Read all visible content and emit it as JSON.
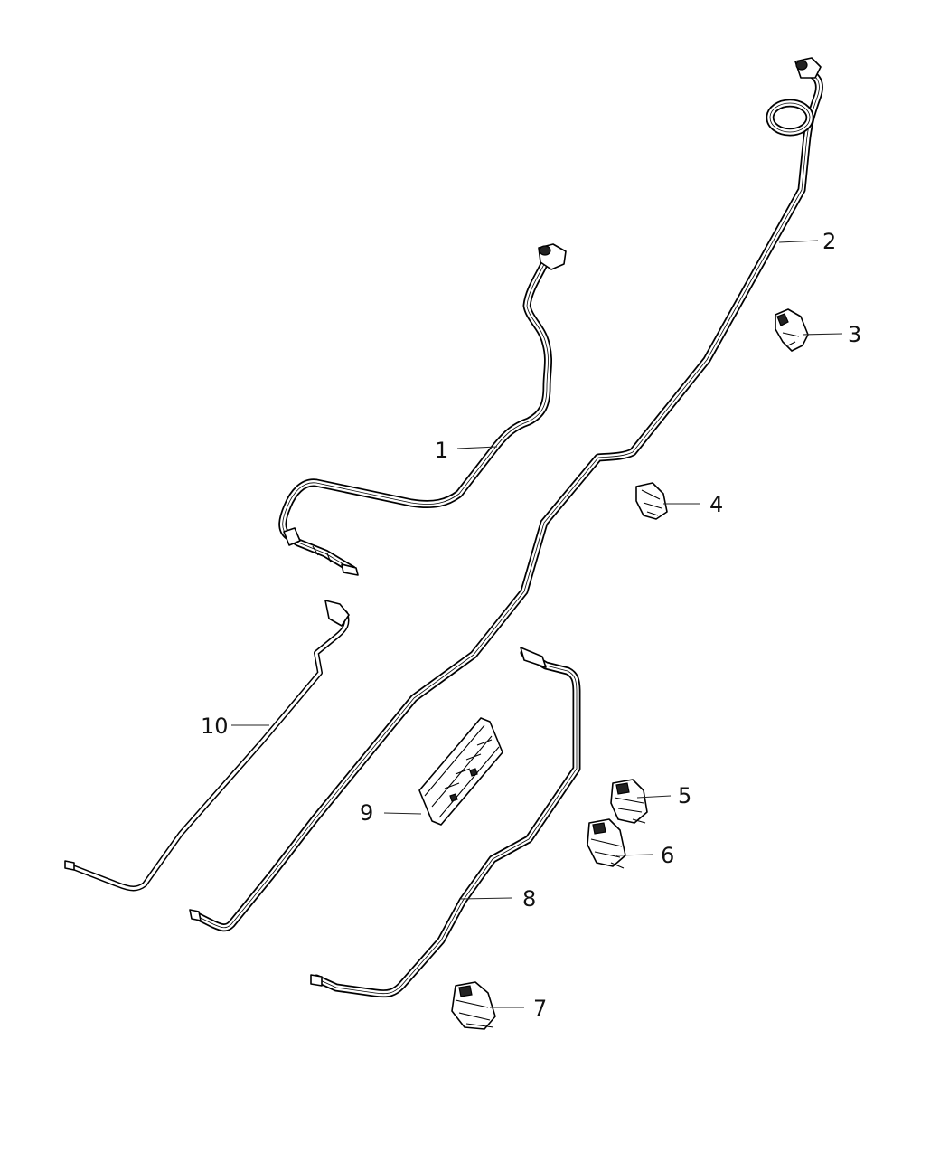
{
  "diagram": {
    "background": "#ffffff",
    "line_color": "#000000",
    "callouts": [
      {
        "id": "1",
        "label": "1"
      },
      {
        "id": "2",
        "label": "2"
      },
      {
        "id": "3",
        "label": "3"
      },
      {
        "id": "4",
        "label": "4"
      },
      {
        "id": "5",
        "label": "5"
      },
      {
        "id": "6",
        "label": "6"
      },
      {
        "id": "7",
        "label": "7"
      },
      {
        "id": "8",
        "label": "8"
      },
      {
        "id": "9",
        "label": "9"
      },
      {
        "id": "10",
        "label": "10"
      }
    ]
  }
}
